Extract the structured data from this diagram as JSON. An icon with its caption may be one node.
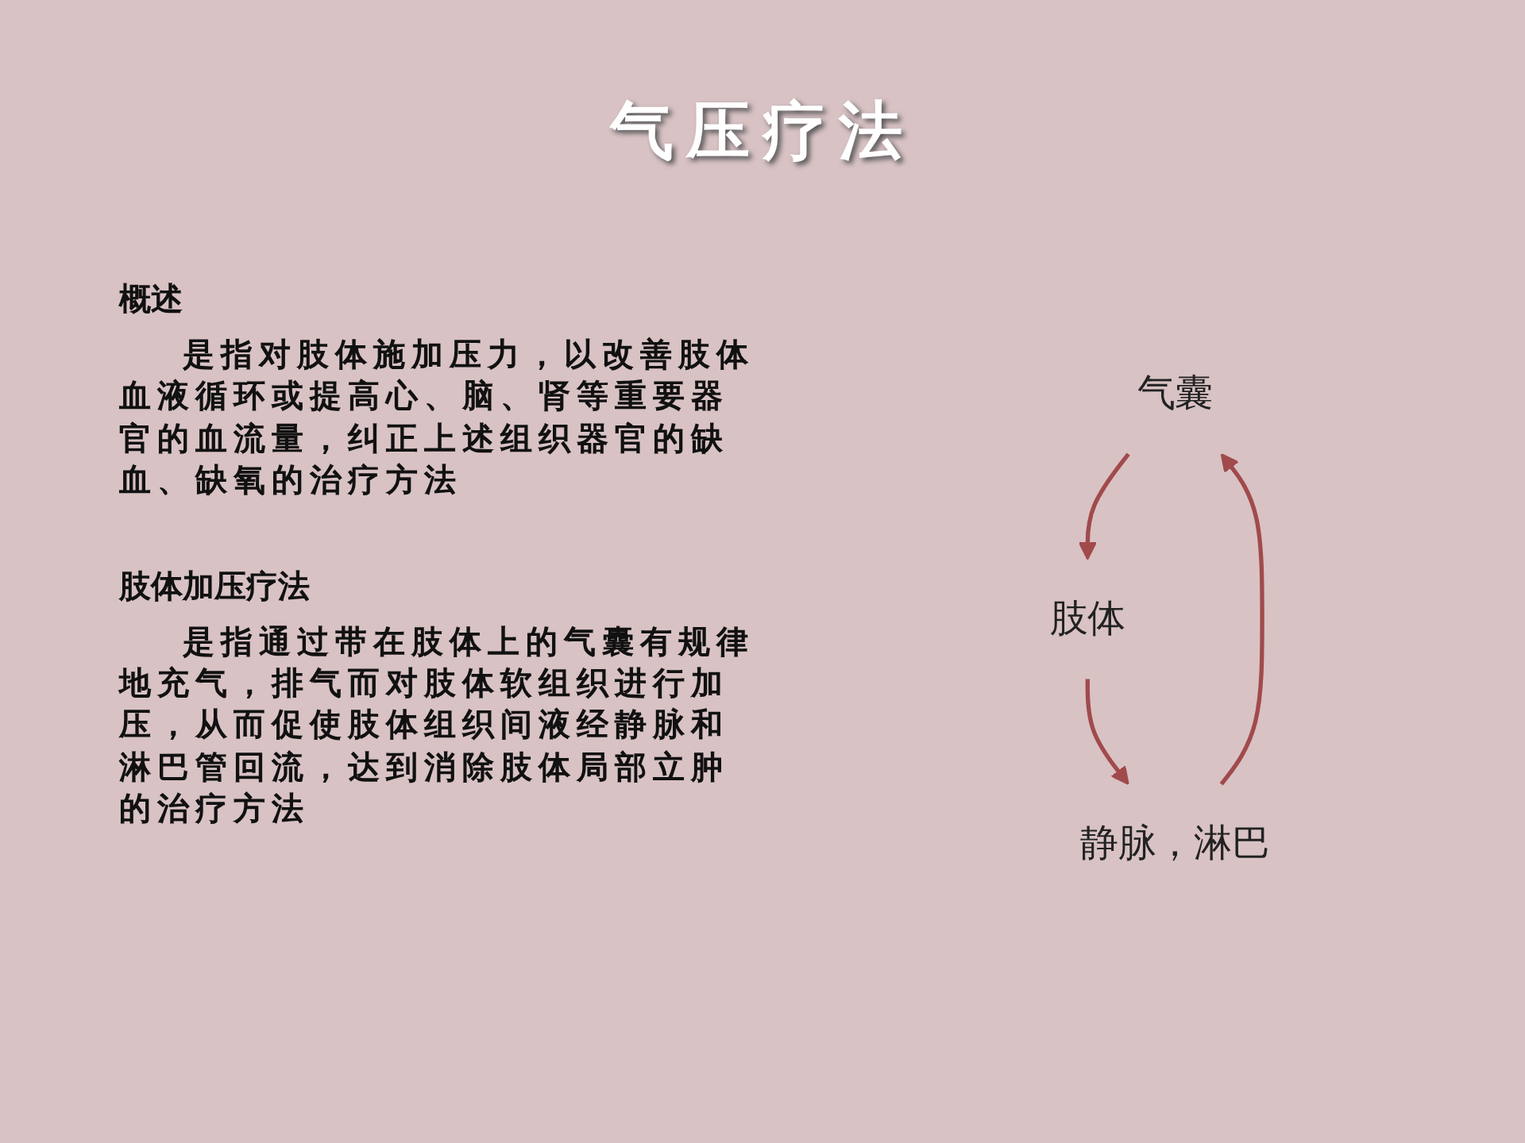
{
  "diagram": {
    "title": "气压疗法",
    "nodes": [
      {
        "text": [
          "气囊"
        ]
      },
      {
        "text": [
          "肢体"
        ]
      },
      {
        "text": [
          "静脉，淋巴"
        ]
      }
    ],
    "edges": [
      {
        "from": 0,
        "to": 1,
        "arrow": "to"
      },
      {
        "from": 1,
        "to": 2,
        "arrow": "to"
      },
      {
        "from": 2,
        "to": 0,
        "arrow": "to"
      }
    ],
    "labels": [
      "概述",
      "是指对肢体施加压力，以改善肢体血液循环或提高心、脑、肾等重要器官的血流量，纠正上述组织器官的缺血、缺氧的治疗方法",
      "肢体加压疗法",
      "是指通过带在肢体上的气囊有规律地充气，排气而对肢体软组织进行加压，从而促使肢体组织间液经静脉和淋巴管回流，达到消除肢体局部立肿的治疗方法"
    ]
  }
}
